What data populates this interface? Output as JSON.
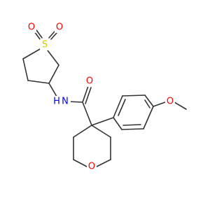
{
  "molecule": {
    "atoms": {
      "sulfur": {
        "symbol": "S",
        "color": "#cccc00"
      },
      "sulfonyl_o_left": {
        "symbol": "O",
        "color": "#ff0000"
      },
      "sulfonyl_o_right": {
        "symbol": "O",
        "color": "#ff0000"
      },
      "amide_o": {
        "symbol": "O",
        "color": "#ff0000"
      },
      "amide_n": {
        "symbol": "N",
        "color": "#0000ff"
      },
      "amide_h": {
        "symbol": "H",
        "color": "#0000ff"
      },
      "methoxy_o": {
        "symbol": "O",
        "color": "#ff0000"
      },
      "ring_o": {
        "symbol": "O",
        "color": "#ff0000"
      }
    },
    "bond_color": "#333333"
  }
}
